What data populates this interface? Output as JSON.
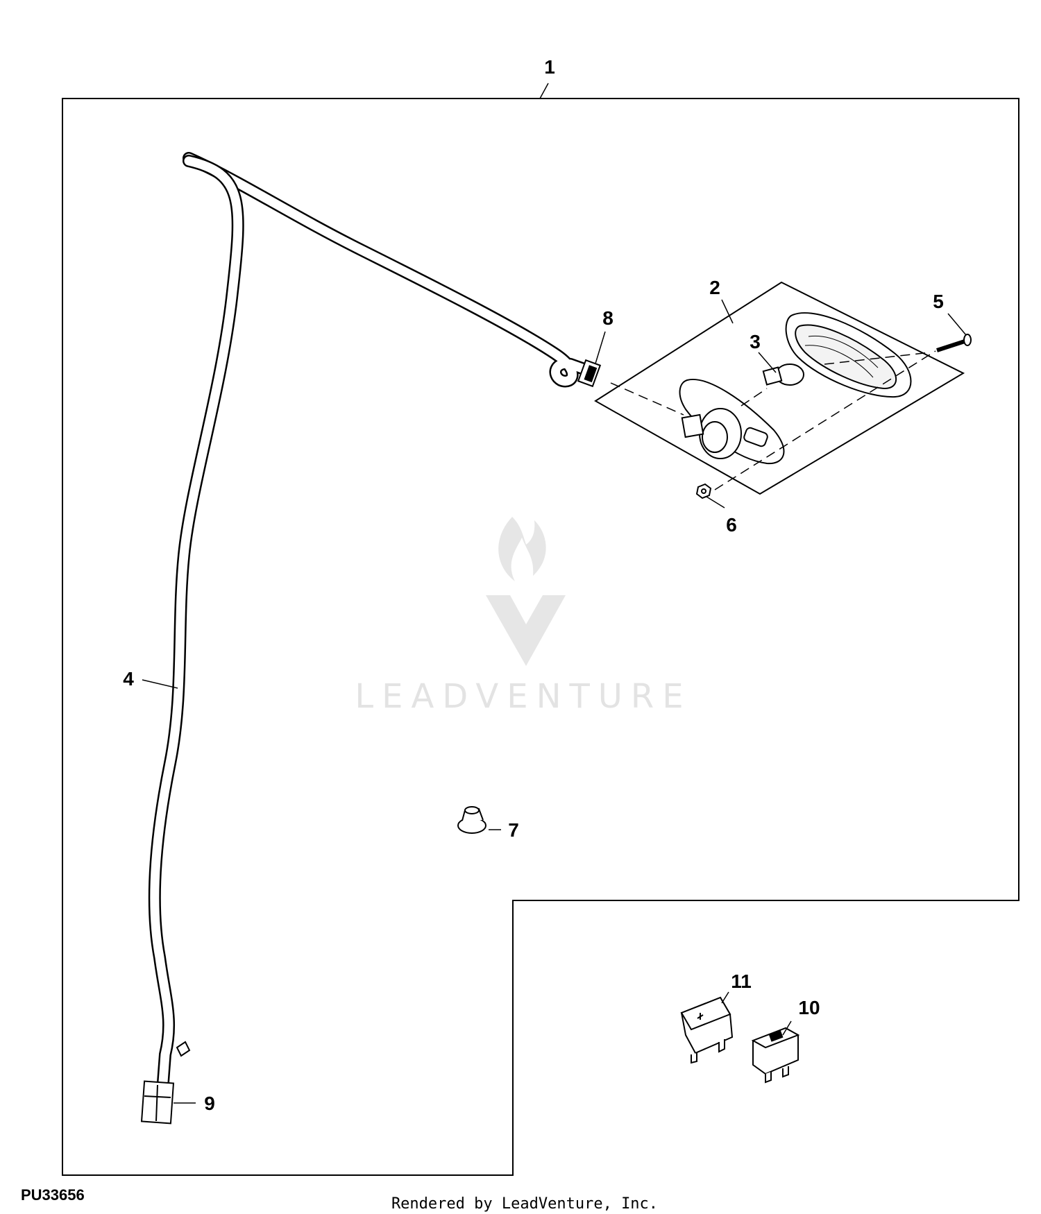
{
  "diagram": {
    "figure_id": "PU33656",
    "footer": "Rendered by LeadVenture, Inc.",
    "watermark": "LEADVENTURE",
    "colors": {
      "line": "#000000",
      "background": "#ffffff",
      "watermark": "#e3e3e3"
    },
    "callouts": [
      {
        "label": "1",
        "part": "kit-outline"
      },
      {
        "label": "2",
        "part": "lamp-assembly"
      },
      {
        "label": "3",
        "part": "bulb"
      },
      {
        "label": "4",
        "part": "wiring-harness"
      },
      {
        "label": "5",
        "part": "screw"
      },
      {
        "label": "6",
        "part": "nut"
      },
      {
        "label": "7",
        "part": "flange-nut"
      },
      {
        "label": "8",
        "part": "harness-connector"
      },
      {
        "label": "9",
        "part": "harness-plug"
      },
      {
        "label": "10",
        "part": "rocker-switch"
      },
      {
        "label": "11",
        "part": "rocker-switch-symbol"
      }
    ]
  }
}
